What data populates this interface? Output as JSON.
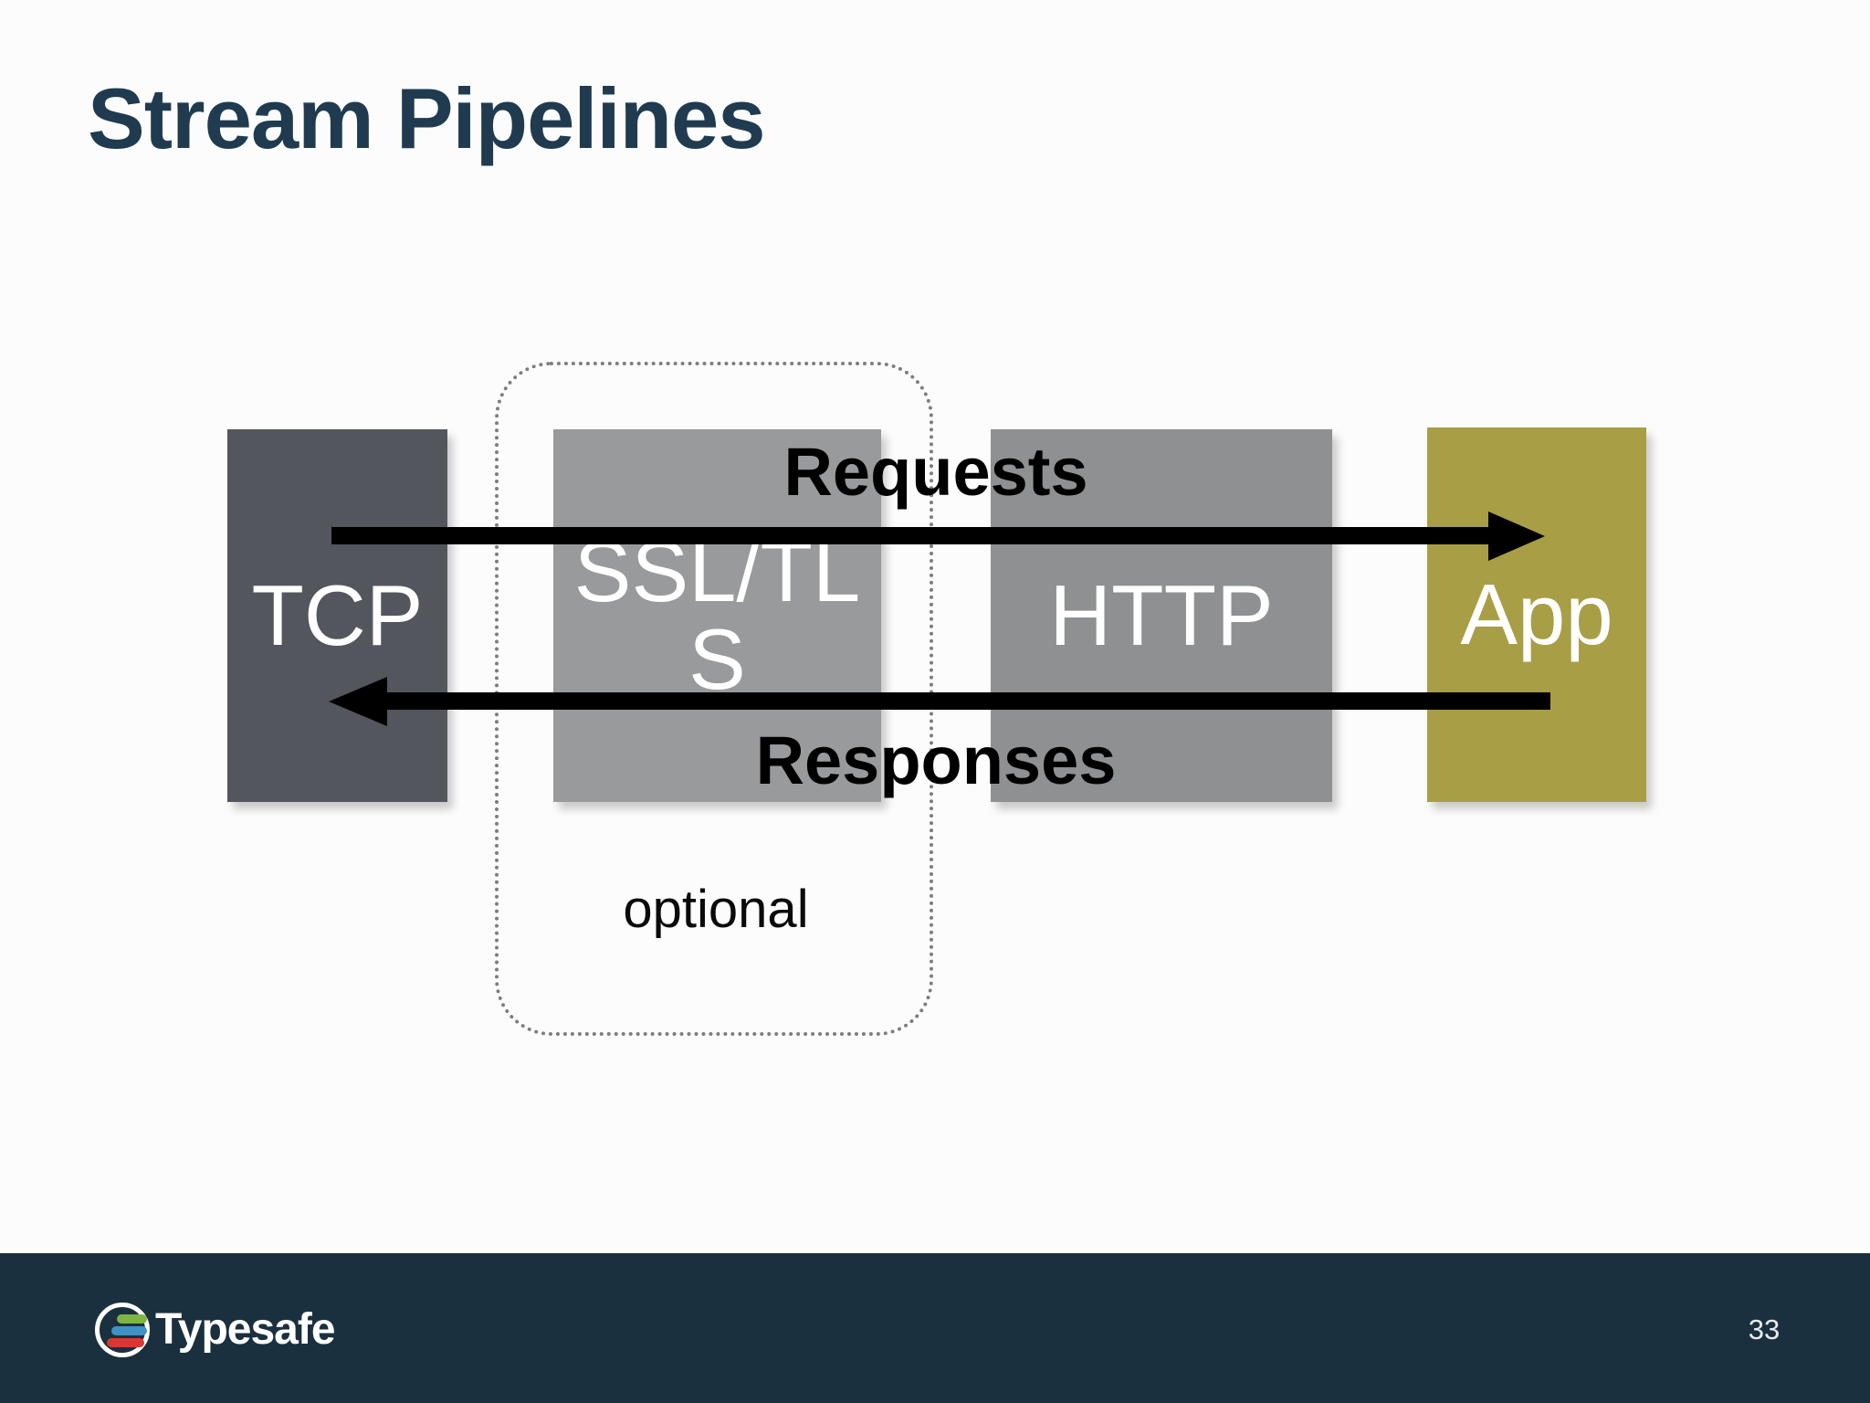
{
  "slide": {
    "title": "Stream Pipelines",
    "title_color": "#203b50",
    "background": "#fcfcfc"
  },
  "diagram": {
    "boxes": [
      {
        "id": "tcp",
        "label": "TCP",
        "color": "#54565e",
        "text_color": "#ffffff"
      },
      {
        "id": "ssl-tls",
        "label": "SSL/TLS",
        "line1": "SSL/TL",
        "line2": "S",
        "color": "#999a9c",
        "text_color": "#ffffff"
      },
      {
        "id": "http",
        "label": "HTTP",
        "color": "#8e9092",
        "text_color": "#ffffff"
      },
      {
        "id": "app",
        "label": "App",
        "color": "#a89e45",
        "text_color": "#ffffff"
      }
    ],
    "arrows": [
      {
        "id": "requests",
        "label": "Requests",
        "direction": "right",
        "from": "TCP",
        "to": "App",
        "color": "#000000"
      },
      {
        "id": "responses",
        "label": "Responses",
        "direction": "left",
        "from": "App",
        "to": "TCP",
        "color": "#000000"
      }
    ],
    "optional_label": "optional",
    "dotted_outline_color": "#7d7d7d"
  },
  "footer": {
    "brand": "Typesafe",
    "page_number": "33",
    "bar_color": "#1a303f",
    "logo": {
      "icon": "typesafe-logo",
      "circle_color": "#ffffff",
      "bar_colors": [
        "#7fb543",
        "#3e93c6",
        "#d8392f"
      ]
    }
  }
}
